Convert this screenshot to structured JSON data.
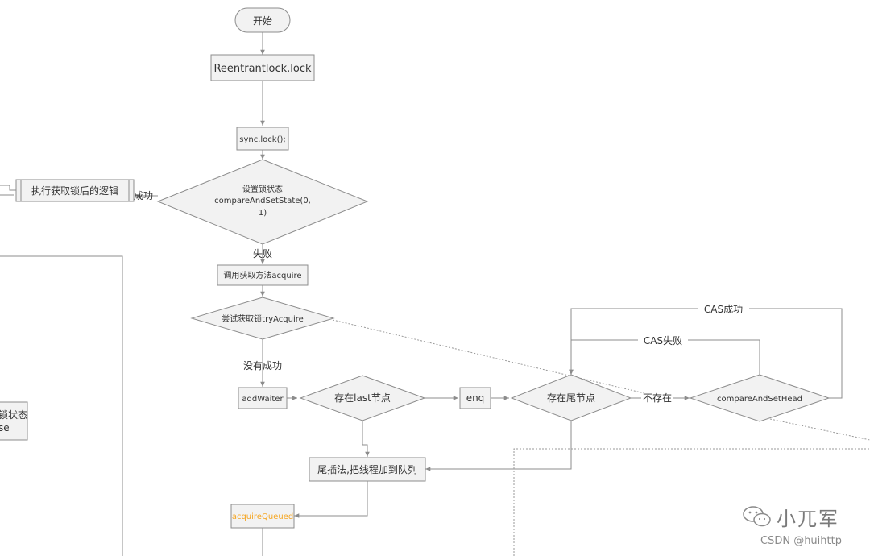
{
  "nodes": {
    "start": "开始",
    "reentrant": "Reentrantlock.lock",
    "sync_lock": "sync.lock();",
    "set_state_line1": "设置锁状态",
    "set_state_line2": "compareAndSetState(0,",
    "set_state_line3": "1)",
    "after_lock": "执行获取锁后的逻辑",
    "call_acquire": "调用获取方法acquire",
    "try_acquire": "尝试获取锁tryAcquire",
    "add_waiter": "addWaiter",
    "has_last": "存在last节点",
    "enq": "enq",
    "has_tail": "存在尾节点",
    "cas_head": "compareAndSetHead",
    "tail_insert": "尾插法,把线程加到队列",
    "acquire_queued": "acquireQueued",
    "left_partial_line1": "锁状态",
    "left_partial_line2": "se"
  },
  "labels": {
    "success": "成功",
    "fail": "失败",
    "not_success": "没有成功",
    "not_exist": "不存在",
    "cas_success": "CAS成功",
    "cas_fail": "CAS失败"
  },
  "watermark": {
    "brand": "小兀军",
    "source": "CSDN @huihttp"
  },
  "colors": {
    "acquire_queued_text": "#f5a623",
    "node_fill": "#f2f2f2",
    "stroke": "#8c8c8c"
  }
}
